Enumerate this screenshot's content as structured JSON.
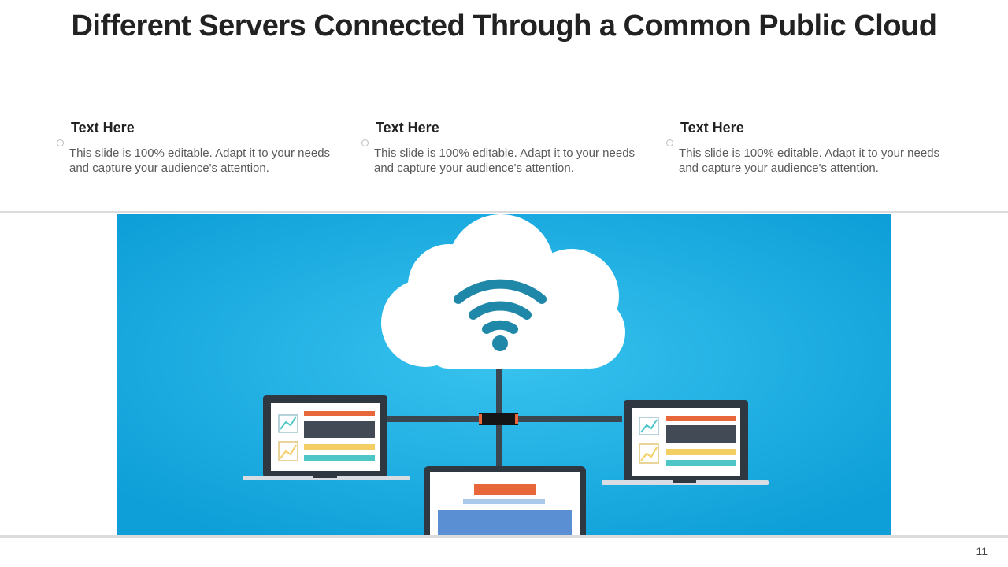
{
  "slide": {
    "title": "Different Servers Connected Through a Common Public Cloud",
    "page_number": "11"
  },
  "columns": [
    {
      "heading": "Text Here",
      "body": "This slide is 100% editable. Adapt it to your needs and capture your audience's attention."
    },
    {
      "heading": "Text Here",
      "body": "This slide is 100% editable. Adapt it to your needs and capture your audience's attention."
    },
    {
      "heading": "Text Here",
      "body": "This slide is 100% editable. Adapt it to your needs and capture your audience's attention."
    }
  ],
  "illustration": {
    "icons": [
      "cloud-icon",
      "wifi-icon",
      "laptop-icon",
      "monitor-icon"
    ],
    "colors": {
      "background": "#12a6df",
      "cloud": "#ffffff",
      "wifi": "#1f88a8",
      "cable": "#3a4650",
      "orange": "#e8673a",
      "yellow": "#f3cf63",
      "teal": "#4ec6c8",
      "dark_bar": "#424a55",
      "blue_bar": "#5b8fd4"
    }
  }
}
